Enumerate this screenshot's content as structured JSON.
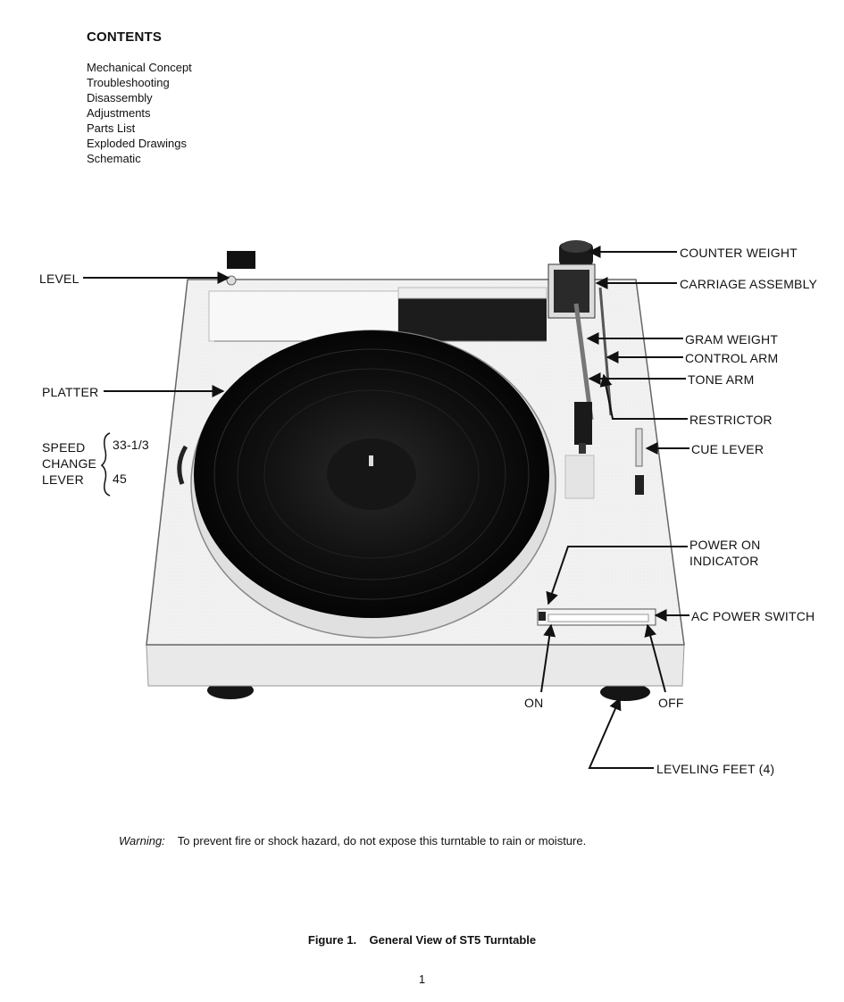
{
  "contents": {
    "title": "CONTENTS",
    "items": [
      "Mechanical Concept",
      "Troubleshooting",
      "Disassembly",
      "Adjustments",
      "Parts List",
      "Exploded Drawings",
      "Schematic"
    ]
  },
  "figure": {
    "labels": {
      "level": "LEVEL",
      "platter": "PLATTER",
      "speed_line1": "SPEED",
      "speed_line2": "CHANGE",
      "speed_line3": "LEVER",
      "speed_33": "33-1/3",
      "speed_45": "45",
      "counter_weight": "COUNTER WEIGHT",
      "carriage_assembly": "CARRIAGE ASSEMBLY",
      "gram_weight": "GRAM WEIGHT",
      "control_arm": "CONTROL ARM",
      "tone_arm": "TONE ARM",
      "restrictor": "RESTRICTOR",
      "cue_lever": "CUE LEVER",
      "power_on_line1": "POWER ON",
      "power_on_line2": "INDICATOR",
      "ac_power_switch": "AC POWER SWITCH",
      "on": "ON",
      "off": "OFF",
      "leveling_feet": "LEVELING FEET (4)"
    }
  },
  "warning": {
    "label": "Warning:",
    "text": "To prevent fire or shock hazard, do not expose this turntable to rain or moisture."
  },
  "caption": "Figure 1.    General View of ST5 Turntable",
  "page_number": "1"
}
